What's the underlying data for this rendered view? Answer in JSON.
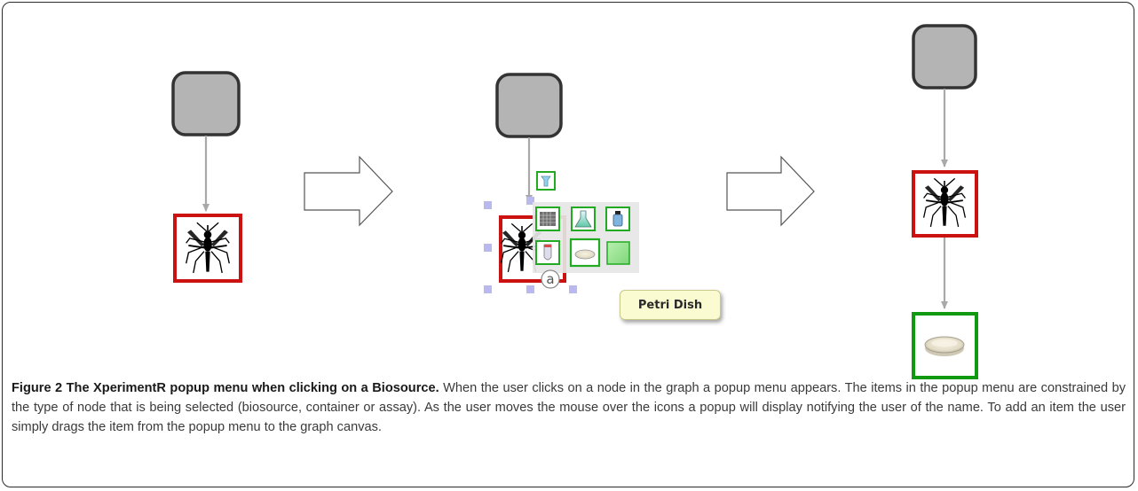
{
  "tooltip": {
    "text": "Petri Dish"
  },
  "popup_badge": {
    "letter": "a"
  },
  "caption": {
    "title": "Figure 2 The XperimentR popup menu when clicking on a Biosource.",
    "body": " When the user clicks on a node in the graph a popup menu appears. The items in the popup menu are constrained by the type of node that is being selected (biosource, container or assay). As the user moves the mouse over the icons a popup will display notifying the user of the name. To add an item the user simply drags the item from the popup menu to the graph canvas."
  },
  "colors": {
    "gray_node_fill": "#b4b4b4",
    "gray_node_stroke": "#333333",
    "biosource_border": "#cc1111",
    "container_border": "#119911",
    "edge": "#a9a9a9",
    "selection_handle": "#b9b9ee",
    "tooltip_bg": "#fbfbd2"
  },
  "icons": [
    "mosquito-icon",
    "petri-dish-icon",
    "tube-icon",
    "microplate-icon",
    "flask-icon",
    "bottle-icon",
    "vial-icon",
    "green-square-icon",
    "right-arrow-icon"
  ]
}
